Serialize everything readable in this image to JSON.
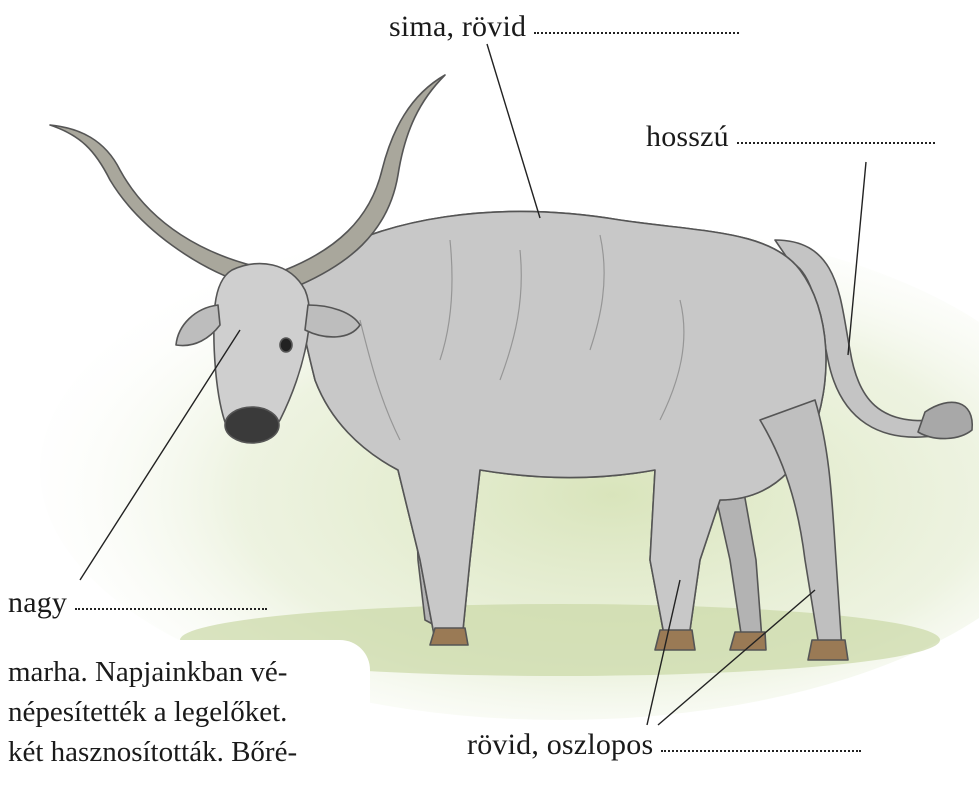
{
  "labels": {
    "top": "sima, rövid",
    "tail": "hosszú",
    "head": "nagy",
    "legs": "rövid, oszlopos"
  },
  "paragraph": {
    "line1": "marha. Napjainkban vé-",
    "line2": "népesítették a legelőket.",
    "line3": "két hasznosították. Bőré-"
  },
  "colors": {
    "ground": "#dfe8c8",
    "body": "#c9c9c9",
    "horn": "#a9a79c",
    "hoof": "#9a7a55"
  }
}
